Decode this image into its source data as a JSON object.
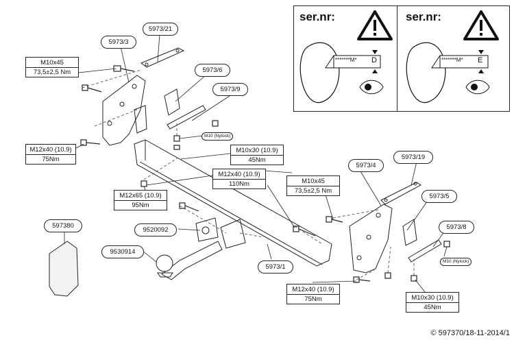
{
  "warning": {
    "label": "ser.nr:",
    "strip_text": "*******M* ",
    "variant_left": "D",
    "variant_right": "E"
  },
  "parts": {
    "p597321": "5973/21",
    "p59733": "5973/3",
    "p59736": "5973/6",
    "p59739": "5973/9",
    "p59734": "5973/4",
    "p597319": "5973/19",
    "p59735": "5973/5",
    "p59738": "5973/8",
    "p59731": "5973/1",
    "p597380": "597380",
    "p9520092": "9520092",
    "p9530914": "9530914"
  },
  "torques": {
    "m10x45_a": {
      "bolt": "M10x45",
      "torque": "73,5±2,5 Nm"
    },
    "m12x40_a": {
      "bolt": "M12x40 (10.9)",
      "torque": "75Nm"
    },
    "m10x30_a": {
      "bolt": "M10x30 (10.9)",
      "torque": "45Nm"
    },
    "m12x40_b": {
      "bolt": "M12x40 (10.9)",
      "torque": "110Nm"
    },
    "m12x65": {
      "bolt": "M12x65 (10.9)",
      "torque": "95Nm"
    },
    "m10x45_b": {
      "bolt": "M10x45",
      "torque": "73,5±2,5 Nm"
    },
    "m12x40_c": {
      "bolt": "M12x40 (10.9)",
      "torque": "75Nm"
    },
    "m10x30_b": {
      "bolt": "M10x30 (10.9)",
      "torque": "45Nm"
    }
  },
  "nuts": {
    "nylock_a": "M10 (Nylock)",
    "nylock_b": "M10 (Nylock)"
  },
  "footer": "© 597370/18-11-2014/1"
}
